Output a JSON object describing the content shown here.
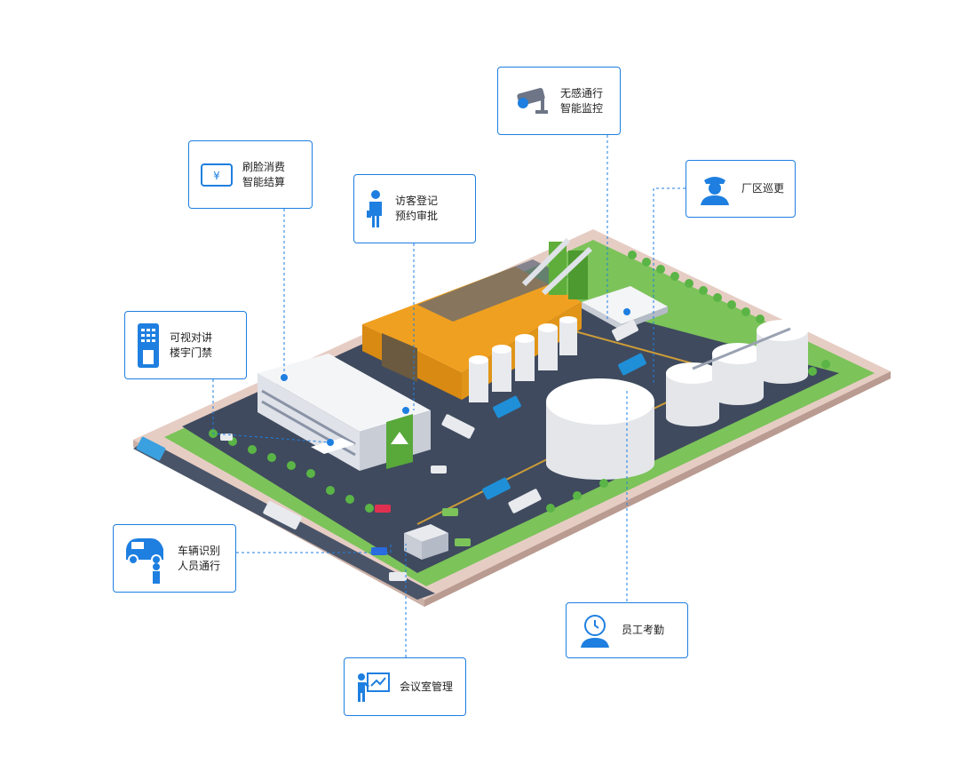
{
  "colors": {
    "accent": "#1e7fe0",
    "roof": "#f0a020",
    "grass": "#7cc35a",
    "asphalt": "#3f4a5e"
  },
  "callouts": {
    "face_pay": {
      "icon": "yen-card-icon",
      "line1": "刷脸消费",
      "line2": "智能结算"
    },
    "visitor": {
      "icon": "visitor-person-icon",
      "line1": "访客登记",
      "line2": "预约审批"
    },
    "monitor": {
      "icon": "security-camera-icon",
      "line1": "无感通行",
      "line2": "智能监控"
    },
    "patrol": {
      "icon": "guard-icon",
      "line1": "厂区巡更"
    },
    "intercom": {
      "icon": "intercom-panel-icon",
      "line1": "可视对讲",
      "line2": "楼宇门禁"
    },
    "vehicle": {
      "icon": "car-person-icon",
      "line1": "车辆识别",
      "line2": "人员通行"
    },
    "attendance": {
      "icon": "clock-person-icon",
      "line1": "员工考勤"
    },
    "meeting": {
      "icon": "presentation-icon",
      "line1": "会议室管理"
    }
  }
}
